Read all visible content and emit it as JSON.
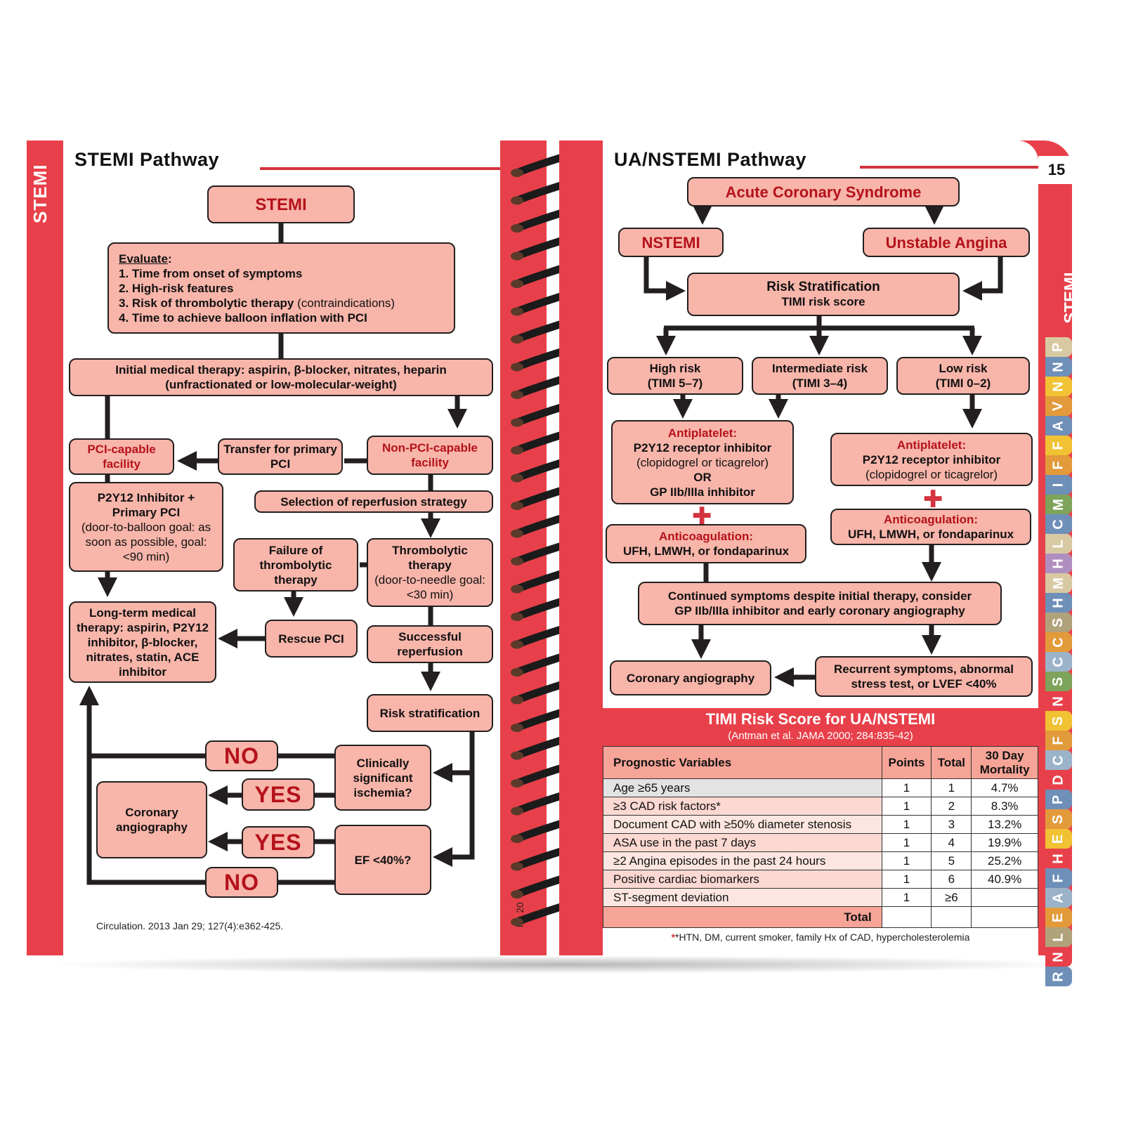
{
  "left_page": {
    "side_tab": "STEMI",
    "header": "STEMI Pathway",
    "nodes": {
      "stemi": "STEMI",
      "evaluate_title": "Evaluate",
      "evaluate_items": [
        "1. Time from onset of symptoms",
        "2. High-risk features",
        "3. Risk of thrombolytic therapy",
        "4. Time to achieve balloon inflation with PCI"
      ],
      "evaluate_item3_note": "(contraindications)",
      "initial_therapy_1": "Initial medical therapy: aspirin, β-blocker, nitrates, heparin",
      "initial_therapy_2": "(unfractionated or low-molecular-weight)",
      "pci_capable": "PCI-capable facility",
      "transfer": "Transfer for primary PCI",
      "non_pci": "Non-PCI-capable facility",
      "p2y12_title": "P2Y12 Inhibitor + Primary PCI",
      "p2y12_note": "(door-to-balloon goal: as soon as possible, goal: <90 min)",
      "selection": "Selection of reperfusion strategy",
      "failure": "Failure of thrombolytic therapy",
      "thrombolytic_title": "Thrombolytic therapy",
      "thrombolytic_note": "(door-to-needle goal: <30 min)",
      "longterm": "Long-term medical therapy: aspirin, P2Y12 inhibitor, β-blocker, nitrates, statin, ACE inhibitor",
      "rescue": "Rescue PCI",
      "successful": "Successful reperfusion",
      "risk_strat": "Risk stratification",
      "no1": "NO",
      "yes1": "YES",
      "ischemia": "Clinically significant ischemia?",
      "coronary": "Coronary angiography",
      "yes2": "YES",
      "ef": "EF <40%?",
      "no2": "NO"
    },
    "citation": "Circulation. 2013 Jan 29; 127(4):e362-425.",
    "spine_fragment": "llis  20"
  },
  "right_page": {
    "page_number": "15",
    "header": "UA/NSTEMI Pathway",
    "nodes": {
      "acs": "Acute Coronary Syndrome",
      "nstemi": "NSTEMI",
      "unstable": "Unstable Angina",
      "risk_title": "Risk Stratification",
      "risk_sub": "TIMI risk score",
      "high": "High risk",
      "high_sub": "(TIMI 5–7)",
      "intermediate": "Intermediate risk",
      "intermediate_sub": "(TIMI 3–4)",
      "low": "Low risk",
      "low_sub": "(TIMI 0–2)",
      "antiplatelet_a_title": "Antiplatelet:",
      "antiplatelet_a_line1": "P2Y12 receptor inhibitor",
      "antiplatelet_a_line2": "(clopidogrel or ticagrelor)",
      "antiplatelet_a_or": "OR",
      "antiplatelet_a_line3": "GP IIb/IIIa inhibitor",
      "antiplatelet_b_title": "Antiplatelet:",
      "antiplatelet_b_line1": "P2Y12 receptor inhibitor",
      "antiplatelet_b_line2": "(clopidogrel or ticagrelor)",
      "anticoag_a_title": "Anticoagulation:",
      "anticoag_a_line": "UFH, LMWH, or fondaparinux",
      "anticoag_b_title": "Anticoagulation:",
      "anticoag_b_line": "UFH, LMWH, or fondaparinux",
      "continued_1": "Continued symptoms despite initial therapy, consider",
      "continued_2": "GP IIb/IIIa inhibitor and early coronary angiography",
      "coronary": "Coronary angiography",
      "recurrent_1": "Recurrent symptoms, abnormal",
      "recurrent_2": "stress test, or LVEF <40%"
    },
    "timi": {
      "title": "TIMI Risk Score for UA/NSTEMI",
      "source": "(Antman et al. JAMA 2000; 284:835-42)",
      "columns": [
        "Prognostic Variables",
        "Points",
        "Total",
        "30 Day Mortality"
      ],
      "rows": [
        [
          "Age ≥65 years",
          "1",
          "1",
          "4.7%"
        ],
        [
          "≥3 CAD risk factors*",
          "1",
          "2",
          "8.3%"
        ],
        [
          "Document CAD with ≥50% diameter stenosis",
          "1",
          "3",
          "13.2%"
        ],
        [
          "ASA use in the past 7 days",
          "1",
          "4",
          "19.9%"
        ],
        [
          "≥2 Angina episodes in the past 24 hours",
          "1",
          "5",
          "25.2%"
        ],
        [
          "Positive cardiac biomarkers",
          "1",
          "6",
          "40.9%"
        ],
        [
          "ST-segment deviation",
          "1",
          "≥6",
          ""
        ]
      ],
      "total_label": "Total",
      "footnote": "*HTN, DM, current smoker, family Hx of CAD, hypercholesterolemia"
    },
    "side_tabs": [
      {
        "label": "STEMI",
        "color": "#e8404a"
      },
      {
        "label": "P",
        "color": "#d9c9a3"
      },
      {
        "label": "N",
        "color": "#6e8fb8"
      },
      {
        "label": "N",
        "color": "#f1c233"
      },
      {
        "label": "V",
        "color": "#e39a3a"
      },
      {
        "label": "A",
        "color": "#6e8fb8"
      },
      {
        "label": "F",
        "color": "#f1c233"
      },
      {
        "label": "F",
        "color": "#e39a3a"
      },
      {
        "label": "I",
        "color": "#6e8fb8"
      },
      {
        "label": "M",
        "color": "#7ea35a"
      },
      {
        "label": "C",
        "color": "#6e8fb8"
      },
      {
        "label": "L",
        "color": "#d9c9a3"
      },
      {
        "label": "H",
        "color": "#b08fc0"
      },
      {
        "label": "M",
        "color": "#d9c9a3"
      },
      {
        "label": "H",
        "color": "#6e8fb8"
      },
      {
        "label": "S",
        "color": "#b0a27a"
      },
      {
        "label": "C",
        "color": "#e39a3a"
      },
      {
        "label": "C",
        "color": "#9bb3c9"
      },
      {
        "label": "S",
        "color": "#7ea35a"
      },
      {
        "label": "N",
        "color": "#e8404a"
      },
      {
        "label": "S",
        "color": "#f1c233"
      },
      {
        "label": "F",
        "color": "#e39a3a"
      },
      {
        "label": "C",
        "color": "#9bb3c9"
      },
      {
        "label": "D",
        "color": "#e8404a"
      },
      {
        "label": "P",
        "color": "#6e8fb8"
      },
      {
        "label": "S",
        "color": "#e39a3a"
      },
      {
        "label": "E",
        "color": "#f1c233"
      },
      {
        "label": "H",
        "color": "#e8404a"
      },
      {
        "label": "F",
        "color": "#6e8fb8"
      },
      {
        "label": "A",
        "color": "#9bb3c9"
      },
      {
        "label": "E",
        "color": "#e39a3a"
      },
      {
        "label": "L",
        "color": "#b0a27a"
      },
      {
        "label": "N",
        "color": "#e8404a"
      },
      {
        "label": "R",
        "color": "#6e8fb8"
      }
    ]
  },
  "colors": {
    "accent": "#e8404a",
    "box_fill": "#f8b5aa",
    "node_red": "#b5121b"
  }
}
